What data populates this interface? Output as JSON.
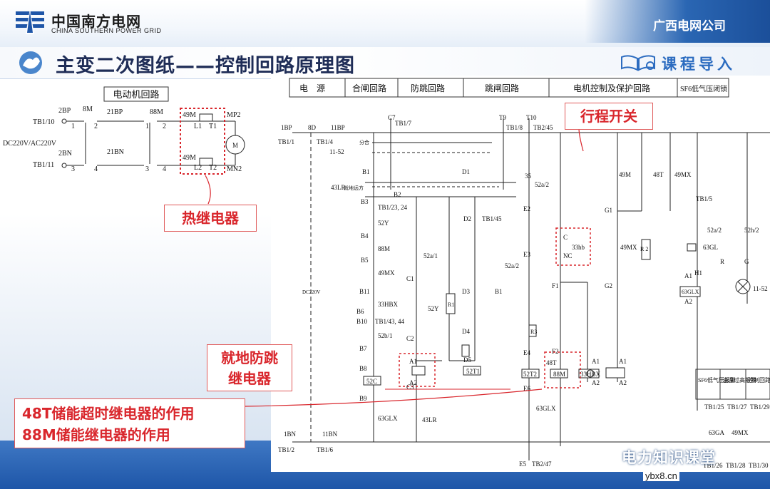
{
  "header": {
    "logo_cn": "中国南方电网",
    "logo_en": "CHINA SOUTHERN POWER GRID",
    "company": "广西电网公司"
  },
  "title_bar": {
    "title": "主变二次图纸——控制回路原理图",
    "section": "课程导入"
  },
  "motor_circuit": {
    "heading": "电动机回路",
    "supply": "DC220V/AC220V",
    "labels": [
      "2BP",
      "TB1/10",
      "8M",
      "21BP",
      "88M",
      "49M",
      "MP2",
      "L1",
      "T1",
      "M",
      "2BN",
      "TB1/11",
      "21BN",
      "49M",
      "L2",
      "T2",
      "MN2",
      "1",
      "2",
      "1",
      "2",
      "3",
      "4",
      "3",
      "4"
    ]
  },
  "schematic": {
    "header_cells": [
      "电　源",
      "合闸回路",
      "防跳回路",
      "跳闸回路",
      "电机控制及保护回路",
      "SF6低气压闭锁"
    ],
    "labels": {
      "tb1_1": "TB1/1",
      "n1bp": "1BP",
      "n8d": "8D",
      "n11bp": "11BP",
      "tb1_4": "TB1/4",
      "c7": "C7",
      "tb1_7": "TB1/7",
      "t9": "T9",
      "tb1_8": "TB1/8",
      "t10": "T10",
      "tb2_45": "TB2/45",
      "n11_52": "11-52",
      "fen_he": "分合",
      "b1": "B1",
      "d1": "D1",
      "n43lr": "43LR",
      "jiudi": "就地远方",
      "tb1_23": "TB1/23, 24",
      "b3": "B3",
      "b2": "B2",
      "d2": "D2",
      "tb1_45": "TB1/45",
      "n52y": "52Y",
      "b4": "B4",
      "n88m": "88M",
      "b5": "B5",
      "n49mx": "49MX",
      "b11": "B11",
      "n33hbx": "33HBX",
      "b6": "B6",
      "b10": "B10",
      "tb1_43": "TB1/43, 44",
      "n52b1": "52b/1",
      "b7": "B7",
      "b8": "B8",
      "n52c": "52C",
      "b9": "B9",
      "c3": "C3",
      "n63glx": "63GLX",
      "n43lr2": "43LR",
      "c1": "C1",
      "c2": "C2",
      "n52a1": "52a/1",
      "n52y2": "52Y",
      "r1": "R1",
      "d3": "D3",
      "d4": "D4",
      "n52a2": "52a/2",
      "b1b": "B1",
      "d5": "D5",
      "n52t1": "52T1",
      "r3": "R3",
      "n52t2": "52T2",
      "n35": "35",
      "n52a2b": "52a/2",
      "e2": "E2",
      "e3": "E3",
      "c": "C",
      "nc": "NC",
      "n33hb": "33hb",
      "f1": "F1",
      "n48t": "48T",
      "f2": "F2",
      "e4": "E4",
      "n88m2": "88M",
      "n33hbx2": "33HBX",
      "e6": "E6",
      "n63glx2": "63GLX",
      "n49m": "49M",
      "n48t2": "48T",
      "n49mx2": "49MX",
      "g1": "G1",
      "r2": "R 2",
      "g2": "G2",
      "n49mx3": "49MX",
      "tb1_5": "TB1/5",
      "n63gl": "63GL",
      "n52a2c": "52a/2",
      "n52h2": "52h/2",
      "h1": "H1",
      "n63glx3": "63GLX",
      "r": "R",
      "g": "G",
      "n11_52b": "11-52",
      "dc220v": "DC220V",
      "n1bn": "1BN",
      "n11bn": "11BN",
      "tb1_2": "TB1/2",
      "tb1_6": "TB1/6",
      "e5": "E5",
      "tb2_47": "TB2/47",
      "a1": "A1",
      "a2": "A2",
      "sf6_table": [
        "SF6低气压报警",
        "油温过高报警",
        "控制回路断线"
      ],
      "tb1_25": "TB1/25",
      "tb1_27": "TB1/27",
      "tb1_29": "TB1/29",
      "n63ga": "63GA",
      "n49mx4": "49MX",
      "tb1_26": "TB1/26",
      "tb1_28": "TB1/28",
      "tb1_30": "TB1/30"
    }
  },
  "callouts": {
    "thermal_relay": "热继电器",
    "travel_switch": "行程开关",
    "local_antijump_1": "就地防跳",
    "local_antijump_2": "继电器",
    "storage_1": "48T储能超时继电器的作用",
    "storage_2": "88M储能继电器的作用"
  },
  "footer": {
    "watermark": "电力知识课堂",
    "site": "ybx8.cn"
  },
  "colors": {
    "brand_blue": "#1f56a8",
    "title_navy": "#1f2d57",
    "callout_red": "#d9262c",
    "dashed_red": "#d9262c"
  }
}
